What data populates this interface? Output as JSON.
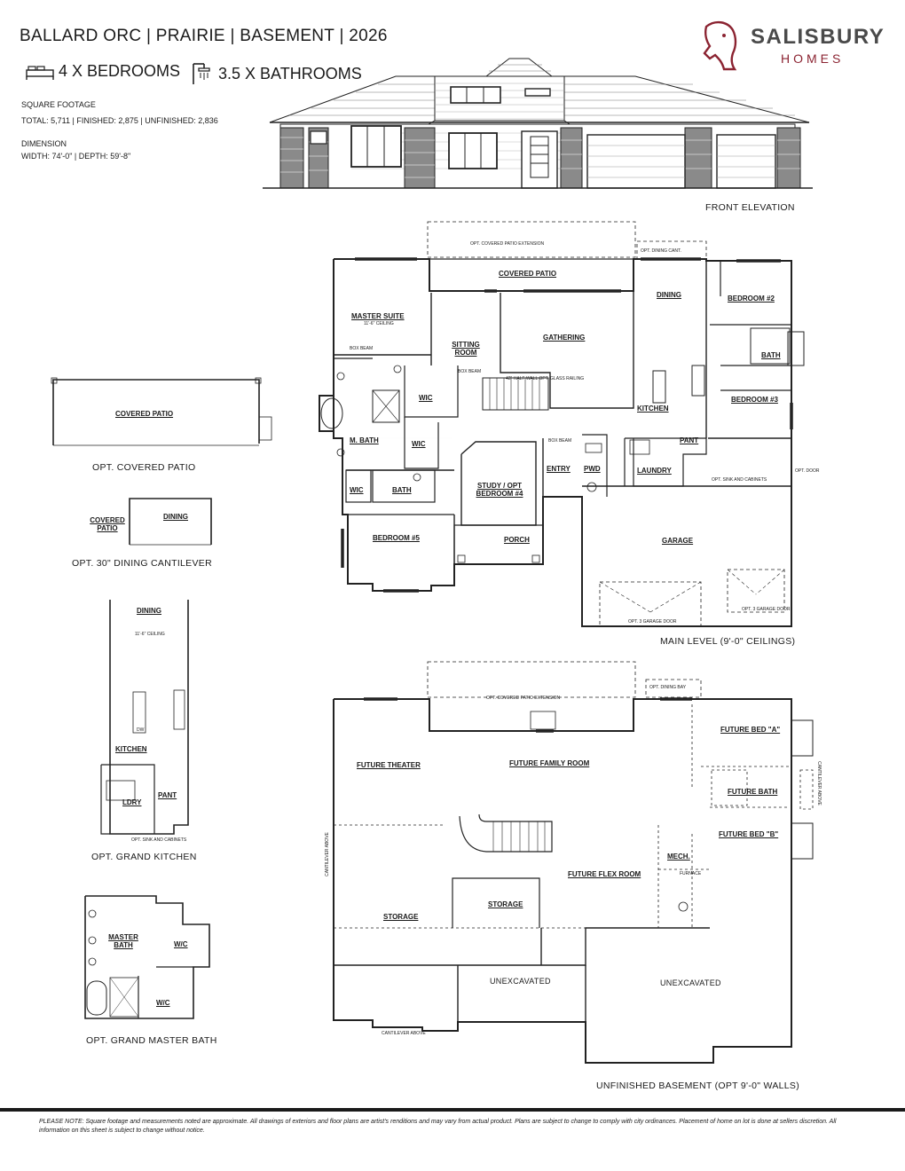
{
  "header": {
    "title": "BALLARD ORC | PRAIRIE | BASEMENT | 2026",
    "bedrooms": "4 X BEDROOMS",
    "bathrooms": "3.5 X BATHROOMS",
    "sqft_label": "SQUARE FOOTAGE",
    "sqft_values": "TOTAL: 5,711 | FINISHED: 2,875 | UNFINISHED: 2,836",
    "dimension_label": "DIMENSION",
    "dimension_values": "WIDTH: 74'-0\" | DEPTH: 59'-8\""
  },
  "logo": {
    "name": "SALISBURY",
    "sub": "HOMES",
    "accent": "#8b2331"
  },
  "captions": {
    "front_elevation": "FRONT ELEVATION",
    "main_level": "MAIN LEVEL (9'-0\" CEILINGS)",
    "basement": "UNFINISHED BASEMENT (OPT 9'-0\" WALLS)",
    "opt_covered_patio": "OPT. COVERED PATIO",
    "opt_dining_cantilever": "OPT. 30\" DINING CANTILEVER",
    "opt_grand_kitchen": "OPT. GRAND KITCHEN",
    "opt_grand_master_bath": "OPT. GRAND MASTER BATH"
  },
  "main_rooms": {
    "covered_patio": "COVERED PATIO",
    "opt_patio_ext": "OPT. COVERED PATIO EXTENSION",
    "opt_dining_cant": "OPT. DINING CANT.",
    "master_suite": "MASTER SUITE",
    "master_ceiling": "11'-6\" CEILING",
    "sitting_room": "SITTING ROOM",
    "gathering": "GATHERING",
    "dining": "DINING",
    "bedroom2": "BEDROOM #2",
    "bath": "BATH",
    "bedroom3": "BEDROOM #3",
    "kitchen": "KITCHEN",
    "pant": "PANT",
    "laundry": "LAUNDRY",
    "wic": "WIC",
    "m_bath": "M. BATH",
    "study": "STUDY / OPT BEDROOM #4",
    "entry": "ENTRY",
    "pwd": "PWD",
    "bedroom5": "BEDROOM #5",
    "porch": "PORCH",
    "garage": "GARAGE",
    "opt_sink": "OPT. SINK AND CABINETS",
    "opt_door": "OPT. DOOR",
    "box_beam": "BOX BEAM",
    "opt_3car": "OPT. 3 GARAGE DOOR",
    "half_wall": "42\" HALF WALL OPT. GLASS RAILING"
  },
  "basement_rooms": {
    "opt_patio_ext": "OPT. COVERED PATIO EXTENSION",
    "opt_dining_bay": "OPT. DINING BAY",
    "future_theater": "FUTURE THEATER",
    "future_family": "FUTURE FAMILY ROOM",
    "future_bed_a": "FUTURE BED \"A\"",
    "future_bath": "FUTURE BATH",
    "future_bed_b": "FUTURE BED \"B\"",
    "mech": "MECH.",
    "future_flex": "FUTURE FLEX ROOM",
    "storage1": "STORAGE",
    "storage2": "STORAGE",
    "unexcavated1": "UNEXCAVATED",
    "unexcavated2": "UNEXCAVATED",
    "cantilever_above": "CANTILEVER ABOVE",
    "furnace": "FURNACE"
  },
  "option_rooms": {
    "covered_patio": "COVERED PATIO",
    "covered_patio2": "COVERED PATIO",
    "dining": "DINING",
    "dining2": "DINING",
    "kitchen": "KITCHEN",
    "ldry": "LDRY",
    "pant": "PANT",
    "dw": "DW",
    "master_bath": "MASTER BATH",
    "wic1": "W/C",
    "wic2": "W/C",
    "ceiling": "11'-6\" CEILING",
    "opt_sink": "OPT. SINK AND CABINETS"
  },
  "disclaimer": "PLEASE NOTE: Square footage and measurements noted are approximate. All drawings of exteriors and floor plans are artist's renditions and may vary from actual product. Plans are subject to change to comply with city ordinances. Placement of home on lot is done at sellers discretion. All information on this sheet is subject to change without notice."
}
